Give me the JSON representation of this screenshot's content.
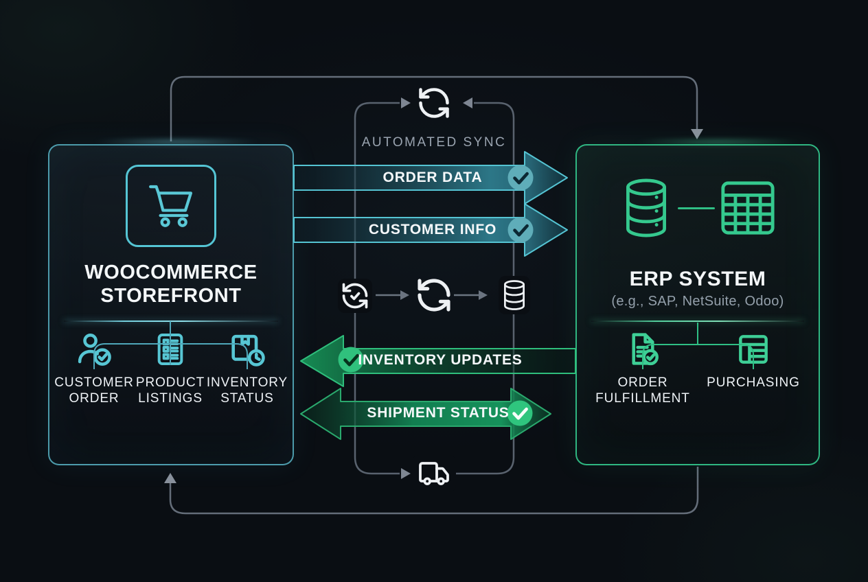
{
  "left_panel": {
    "icon": "shopping-cart-icon",
    "title_line1": "WOOCOMMERCE",
    "title_line2": "STOREFRONT",
    "items": [
      {
        "icon": "user-check-icon",
        "label_line1": "CUSTOMER",
        "label_line2": "ORDER"
      },
      {
        "icon": "checklist-icon",
        "label_line1": "PRODUCT",
        "label_line2": "LISTINGS"
      },
      {
        "icon": "package-clock-icon",
        "label_line1": "INVENTORY",
        "label_line2": "STATUS"
      }
    ]
  },
  "right_panel": {
    "icons": [
      "database-icon",
      "table-icon"
    ],
    "title": "ERP SYSTEM",
    "subtitle": "(e.g., SAP, NetSuite, Odoo)",
    "items": [
      {
        "icon": "document-check-icon",
        "label_line1": "ORDER",
        "label_line2": "FULFILLMENT"
      },
      {
        "icon": "table-grid-icon",
        "label_line1": "PURCHASING",
        "label_line2": ""
      }
    ]
  },
  "center": {
    "sync_label": "AUTOMATED SYNC",
    "flows": [
      {
        "label": "ORDER DATA",
        "direction": "right",
        "color": "teal"
      },
      {
        "label": "CUSTOMER INFO",
        "direction": "right",
        "color": "teal"
      },
      {
        "label": "INVENTORY UPDATES",
        "direction": "left",
        "color": "green"
      },
      {
        "label": "SHIPMENT STATUS",
        "direction": "both",
        "color": "green"
      }
    ],
    "pipeline_icons": [
      "sync-check-icon",
      "sync-icon",
      "database-icon"
    ],
    "top_icon": "sync-icon",
    "bottom_icon": "delivery-truck-icon"
  },
  "colors": {
    "background": "#0a0e13",
    "teal_accent": "#55c5d4",
    "green_accent": "#34c98e",
    "loop_line_gray": "#646d79",
    "text_white": "#f4f7f9",
    "text_muted": "#9aa4b0",
    "check_teal_circle": "#5fadb9",
    "check_green_circle": "#2fc57e"
  }
}
